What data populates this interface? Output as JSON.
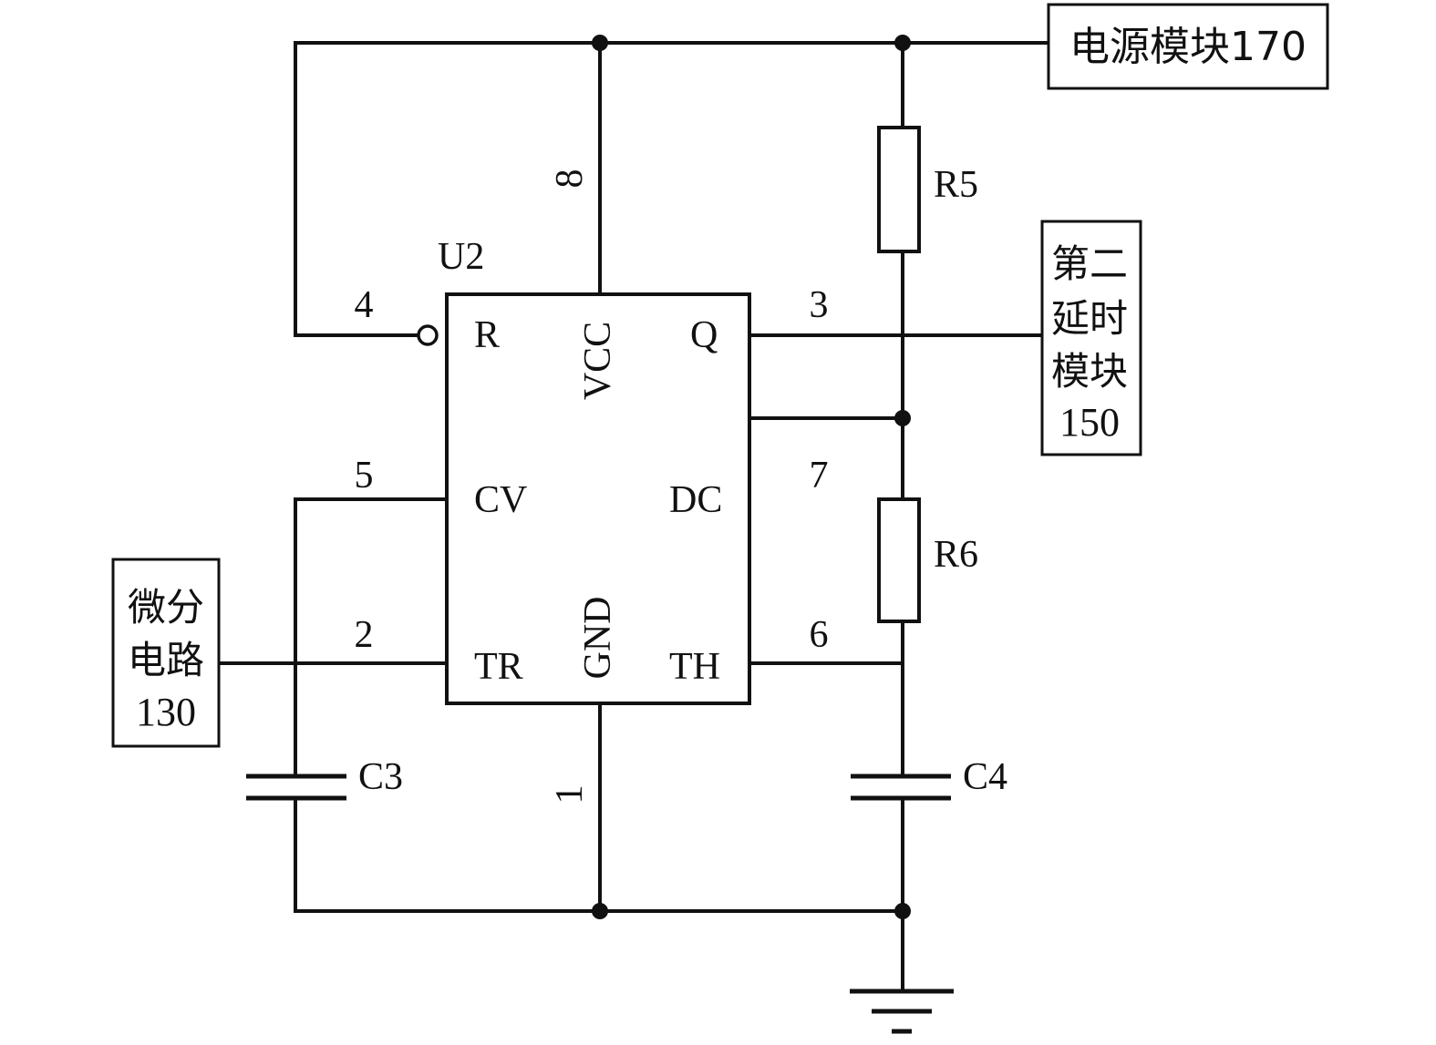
{
  "chip": {
    "ref": "U2",
    "pins": {
      "reset": "R",
      "vcc": "VCC",
      "output": "Q",
      "control": "CV",
      "discharge": "DC",
      "trigger": "TR",
      "ground": "GND",
      "threshold": "TH"
    },
    "pin_numbers": {
      "vcc": "8",
      "reset": "4",
      "output": "3",
      "control": "5",
      "discharge": "7",
      "trigger": "2",
      "threshold": "6",
      "ground": "1"
    }
  },
  "components": {
    "r5": "R5",
    "r6": "R6",
    "c3": "C3",
    "c4": "C4"
  },
  "modules": {
    "power": "电源模块170",
    "delay": [
      "第二",
      "延时",
      "模块",
      "150"
    ],
    "differential": [
      "微分",
      "电路",
      "130"
    ]
  },
  "colors": {
    "line": "#111111",
    "background": "#ffffff"
  }
}
